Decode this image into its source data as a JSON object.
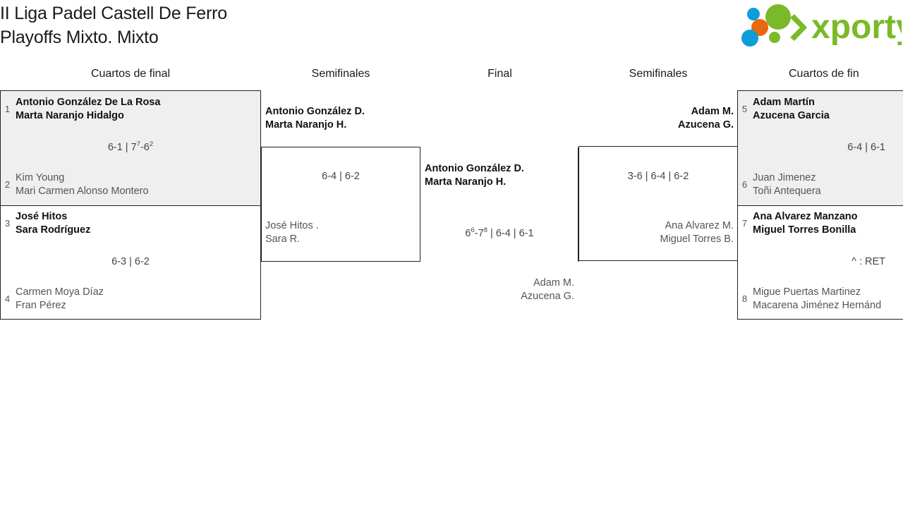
{
  "header": {
    "title_line1": "II Liga Padel Castell De Ferro",
    "title_line2": "Playoffs Mixto. Mixto",
    "logo_text": "xporty",
    "logo_colors": {
      "green": "#7ab929",
      "blue": "#0d9ddb",
      "orange": "#e8690b"
    }
  },
  "columns": [
    {
      "label": "Cuartos de final"
    },
    {
      "label": "Semifinales"
    },
    {
      "label": "Final"
    },
    {
      "label": "Semifinales"
    },
    {
      "label": "Cuartos de fin"
    }
  ],
  "matches": {
    "qf1": {
      "top": {
        "seed": "1",
        "p1": "Antonio González De La Rosa",
        "p2": "Marta Naranjo Hidalgo",
        "result": "win"
      },
      "bottom": {
        "seed": "2",
        "p1": "Kim Young",
        "p2": "Mari Carmen Alonso Montero",
        "result": "lose"
      },
      "score": "6-1 | 7⁷-6²",
      "score_parts": [
        {
          "text": "6-1 | 7",
          "sup": ""
        },
        {
          "text": "7",
          "sup": "7"
        },
        {
          "text": "-6",
          "sup": "2"
        }
      ]
    },
    "qf2": {
      "top": {
        "seed": "3",
        "p1": "José Hitos",
        "p2": "Sara Rodríguez",
        "result": "win"
      },
      "bottom": {
        "seed": "4",
        "p1": "Carmen Moya Díaz",
        "p2": "Fran Pérez",
        "result": "lose"
      },
      "score": "6-3 | 6-2"
    },
    "sf_left": {
      "top": {
        "p1": "Antonio González D.",
        "p2": "Marta Naranjo H.",
        "result": "win"
      },
      "bottom": {
        "p1": "José Hitos .",
        "p2": "Sara R.",
        "result": "lose"
      },
      "score": "6-4 | 6-2"
    },
    "final": {
      "top": {
        "p1": "Antonio González D.",
        "p2": "Marta Naranjo H.",
        "result": "win"
      },
      "bottom": {
        "p1": "Adam M.",
        "p2": "Azucena G.",
        "result": "lose"
      },
      "score": "6⁶-7⁸ | 6-4 | 6-1"
    },
    "sf_right": {
      "top": {
        "p1": "Adam M.",
        "p2": "Azucena G.",
        "result": "win"
      },
      "bottom": {
        "p1": "Ana Alvarez M.",
        "p2": "Miguel Torres B.",
        "result": "lose"
      },
      "score": "3-6 | 6-4 | 6-2"
    },
    "qf3": {
      "top": {
        "seed": "5",
        "p1": "Adam Martín",
        "p2": "Azucena Garcia",
        "result": "win"
      },
      "bottom": {
        "seed": "6",
        "p1": "Juan Jimenez",
        "p2": "Toñi Antequera",
        "result": "lose"
      },
      "score": "6-4 | 6-1"
    },
    "qf4": {
      "top": {
        "seed": "7",
        "p1": "Ana Alvarez Manzano",
        "p2": "Miguel Torres Bonilla",
        "result": "win"
      },
      "bottom": {
        "seed": "8",
        "p1": "Migue Puertas Martinez",
        "p2": "Macarena Jiménez Hernánd",
        "result": "lose"
      },
      "score": "^ : RET"
    }
  }
}
